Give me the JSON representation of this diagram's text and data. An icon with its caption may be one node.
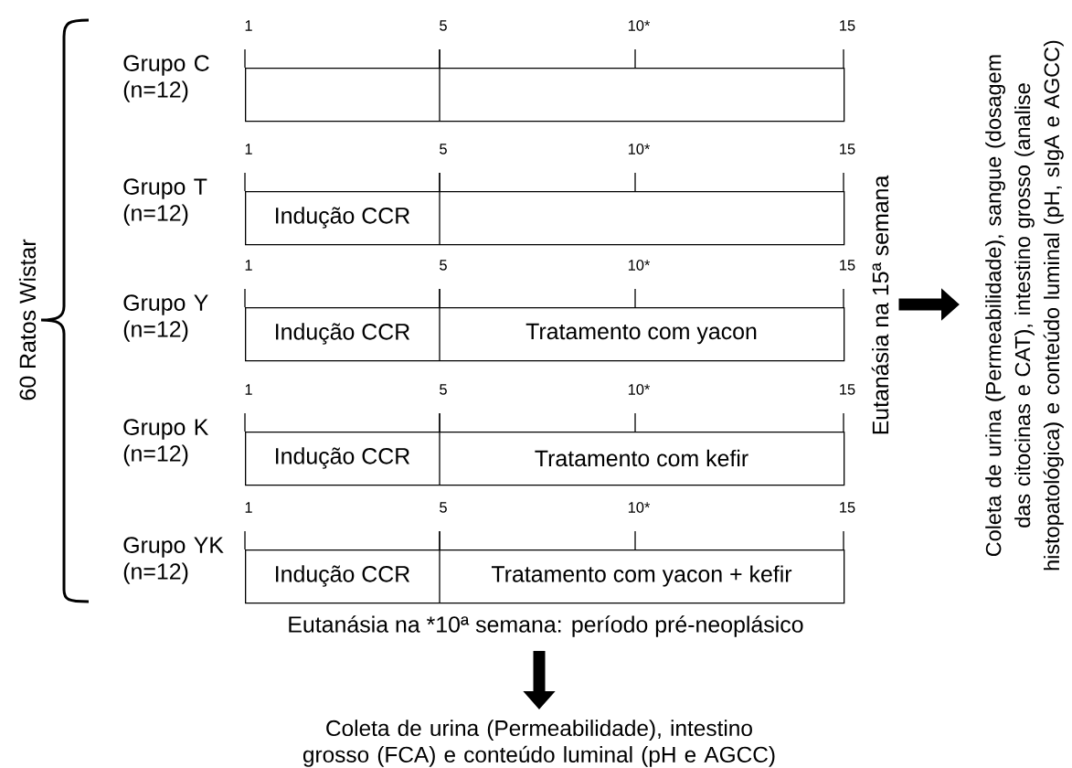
{
  "diagram": {
    "nodes": [
      {
        "text": [],
        "shape": "box",
        "beside": [
          "Grupo C (n=12)"
        ]
      },
      {
        "text": [
          "Indução CCR"
        ],
        "beside": [
          "Grupo T (n=12)"
        ]
      },
      {
        "text": [
          "Indução CCR",
          "Tratamento com yacon"
        ],
        "beside": [
          "Grupo Y (n=12)"
        ]
      },
      {
        "text": [
          "Indução CCR",
          "Tratamento com kefir"
        ],
        "beside": [
          "Grupo K (n=12)"
        ]
      },
      {
        "text": [
          "Indução CCR",
          "Tratamento com yacon + kefir"
        ],
        "beside": [
          "Grupo YK (n=12)"
        ]
      },
      {
        "text": [
          "Eutanásia na *10ª semana: período pré-neoplásico"
        ]
      },
      {
        "text": [
          "Coleta de urina (Permeabilidade), intestino grosso (FCA) e conteúdo luminal (pH e AGCC)"
        ]
      },
      {
        "text": [
          "Eutanásia na 15ª semana"
        ]
      },
      {
        "text": [
          "Coleta de urina (Permeabilidade), sangue (dosagem das citocinas e CAT), intestino grosso (analise histopatológica) e conteúdo luminal (pH, sIgA e AGCC)"
        ]
      }
    ],
    "edges": [
      {
        "from": 5,
        "to": 6,
        "arrow": "to"
      },
      {
        "from": 7,
        "to": 8,
        "arrow": "to"
      }
    ],
    "labels": [
      "1",
      "5",
      "10*",
      "15",
      "1",
      "5",
      "10*",
      "15",
      "1",
      "5",
      "10*",
      "15",
      "1",
      "5",
      "10*",
      "15",
      "1",
      "5",
      "10*",
      "15",
      "60 Ratos Wistar"
    ]
  }
}
